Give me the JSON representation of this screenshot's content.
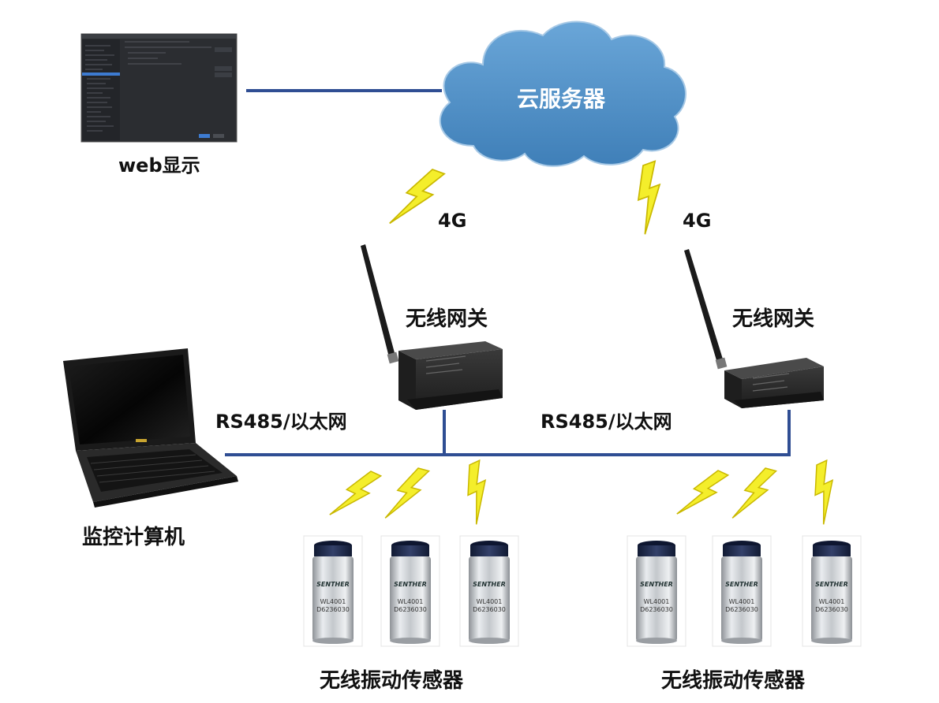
{
  "nodes": {
    "web_display": {
      "label": "web显示"
    },
    "cloud_server": {
      "label": "云服务器"
    },
    "gateway_left": {
      "label": "无线网关"
    },
    "gateway_right": {
      "label": "无线网关"
    },
    "monitor_pc": {
      "label": "监控计算机"
    },
    "sensors_left": {
      "label": "无线振动传感器"
    },
    "sensors_right": {
      "label": "无线振动传感器"
    }
  },
  "links": {
    "cellular_left": {
      "label": "4G"
    },
    "cellular_right": {
      "label": "4G"
    },
    "bus_left": {
      "label": "RS485/以太网"
    },
    "bus_right": {
      "label": "RS485/以太网"
    }
  },
  "sensor": {
    "brand": "SENTHER",
    "model": "WL4001",
    "serial": "D6236030"
  },
  "colors": {
    "line": "#2f4e93",
    "cloud": "#5b95c9",
    "bolt": "#f4ee2b",
    "bolt_stroke": "#c9b800",
    "gateway": "#2a2a2a",
    "steel": "#c9ccd0",
    "cap": "#1f2b4d"
  }
}
